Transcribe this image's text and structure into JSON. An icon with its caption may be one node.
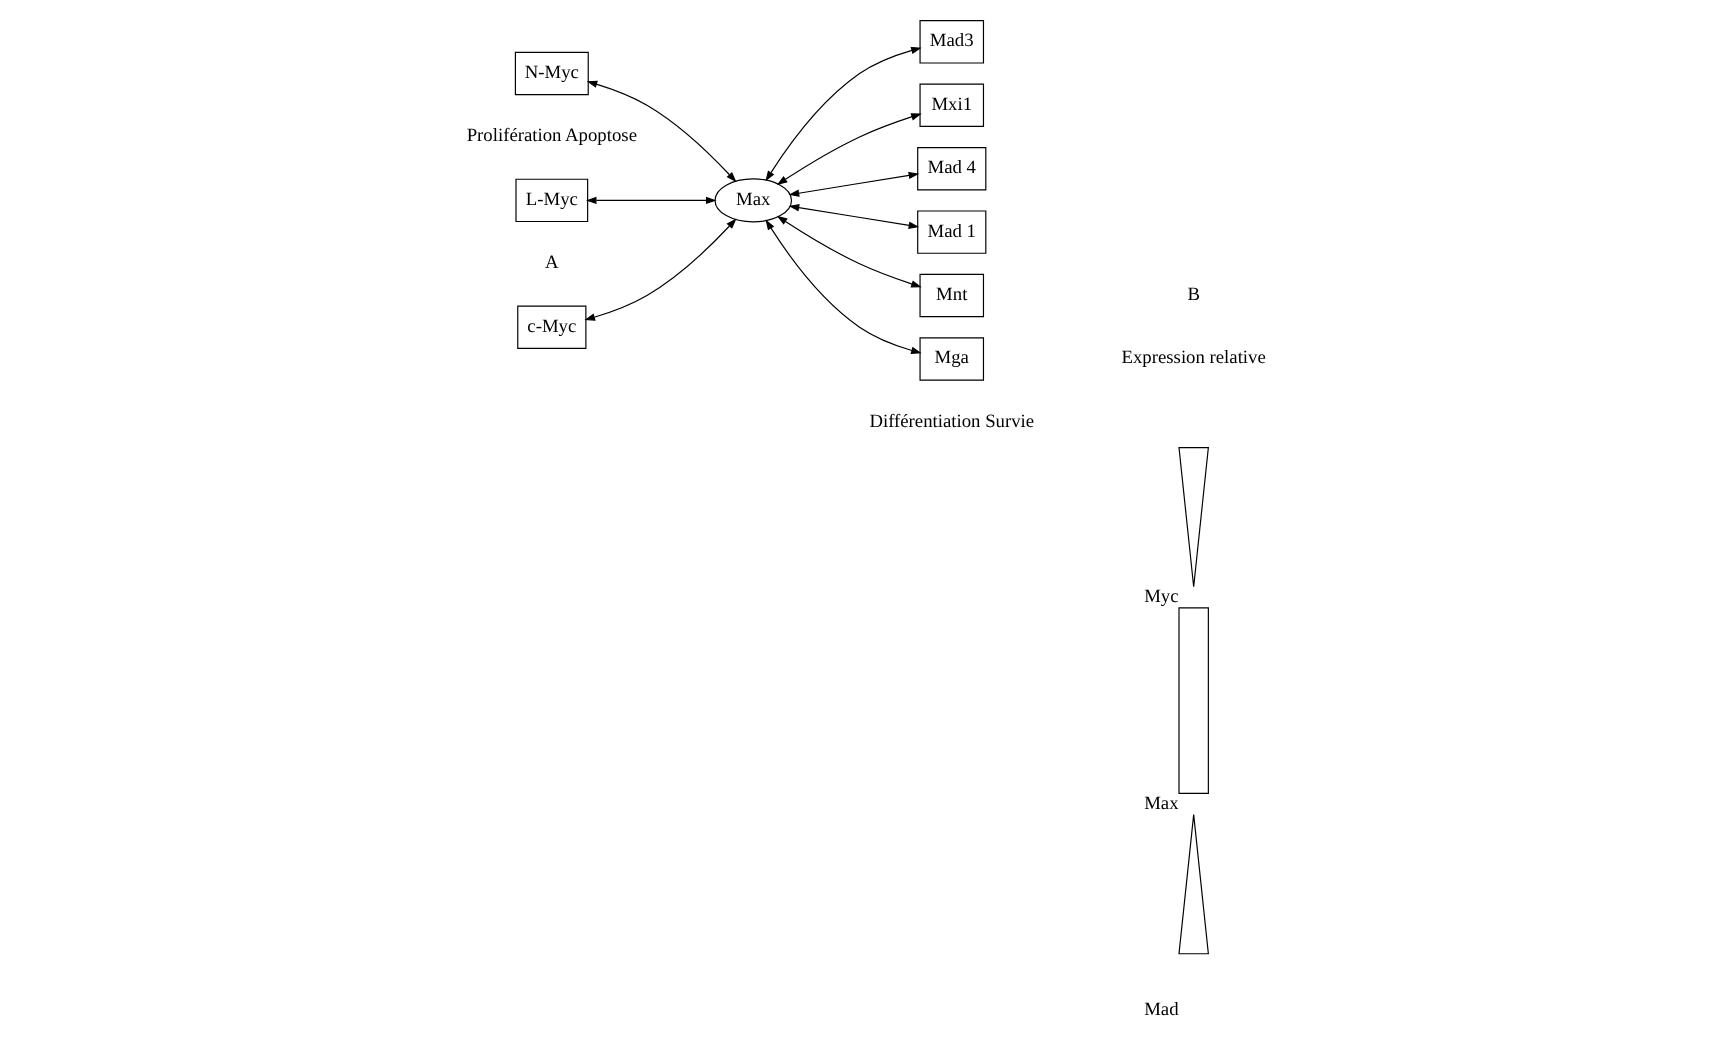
{
  "diagram": {
    "nodes": [
      {
        "text": [
          "c-Myc"
        ]
      },
      {
        "text": [
          "N-Myc"
        ]
      },
      {
        "text": [
          "L-Myc"
        ]
      },
      {
        "text": [
          "Max"
        ]
      },
      {
        "text": [
          "Mad3"
        ]
      },
      {
        "text": [
          "Mxi1"
        ]
      },
      {
        "text": [
          "Mad 4"
        ]
      },
      {
        "text": [
          "Mad 1"
        ]
      },
      {
        "text": [
          "Mnt"
        ]
      },
      {
        "text": [
          "Mga"
        ]
      },
      {
        "text": [
          "Myc"
        ]
      },
      {
        "text": [
          "Max"
        ]
      },
      {
        "text": [
          "Mad"
        ]
      }
    ],
    "edges": [
      {
        "from": 0,
        "to": 3,
        "arrow": "both"
      },
      {
        "from": 1,
        "to": 3,
        "arrow": "both"
      },
      {
        "from": 2,
        "to": 3,
        "arrow": "both"
      },
      {
        "from": 3,
        "to": 4,
        "arrow": "both"
      },
      {
        "from": 3,
        "to": 5,
        "arrow": "both"
      },
      {
        "from": 3,
        "to": 6,
        "arrow": "both"
      },
      {
        "from": 3,
        "to": 7,
        "arrow": "both"
      },
      {
        "from": 3,
        "to": 8,
        "arrow": "both"
      },
      {
        "from": 3,
        "to": 9,
        "arrow": "both"
      }
    ],
    "labels": [
      "A",
      "B",
      "Expression relative",
      "Prolifération Apoptose",
      "Différentiation Survie"
    ]
  }
}
